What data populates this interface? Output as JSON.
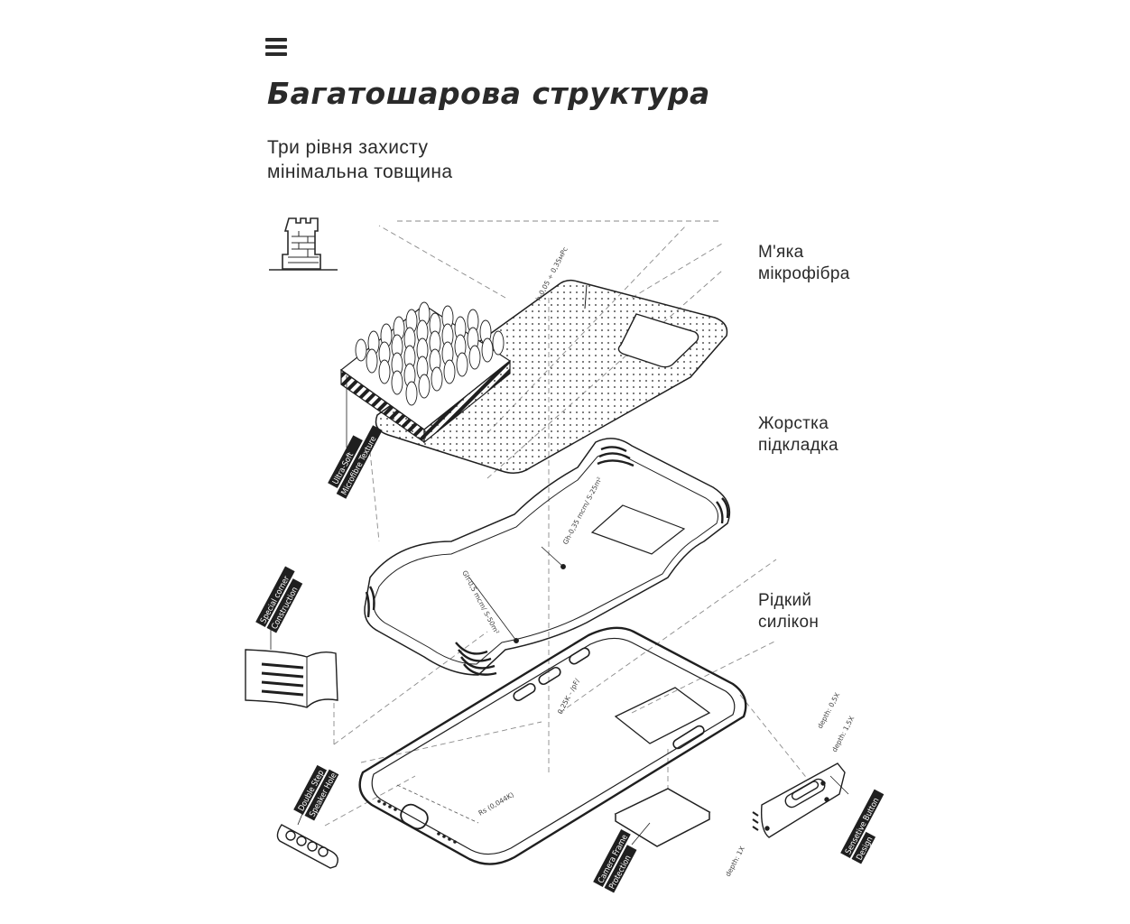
{
  "header": {
    "menu_icon": "hamburger-menu-icon",
    "title": "Багатошарова структура",
    "subtitle_lines": [
      "Три рівня захисту",
      "мінімальна товщина"
    ]
  },
  "layers": [
    {
      "lines": [
        "М'яка",
        "мікрофібра"
      ]
    },
    {
      "lines": [
        "Жорстка",
        "підкладка"
      ]
    },
    {
      "lines": [
        "Рідкий",
        "силікон"
      ]
    }
  ],
  "tags": {
    "microfiber": [
      "Ultra-Soft",
      "Microfibre Texture"
    ],
    "corner": [
      "Special corner",
      "Construction"
    ],
    "speaker": [
      "Double Step",
      "Speaker Hole"
    ],
    "camera": [
      "Camera Frame",
      "Protection"
    ],
    "button": [
      "Sensetive Button",
      "Design"
    ]
  },
  "dims": {
    "microfiber": "h-0,05 ÷ 0,35мРс",
    "plate_right": "Gh-0,35 mcm/ S-25m²",
    "plate_left": "Gh-0,5 mcm/ S-50m²",
    "silicone": "0,25K - /pF/",
    "frame": "Rs (0,044K)",
    "button_depth_1": "depth: 0,5X",
    "button_depth_2": "depth: 1,5X",
    "button_depth_3": "depth: 1X"
  },
  "icons": {
    "tower": "castle-tower-icon"
  },
  "colors": {
    "ink": "#1f1f1f",
    "text": "#2a2a2a",
    "dot": "#555555",
    "dash": "#8a8a8a",
    "background": "#ffffff"
  }
}
